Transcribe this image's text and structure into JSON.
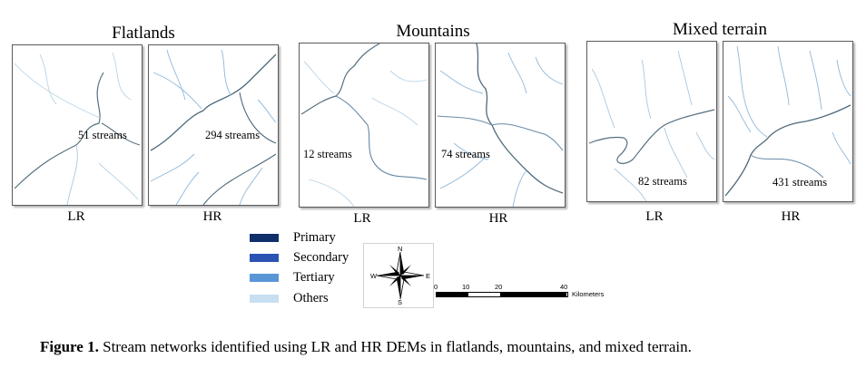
{
  "figure": {
    "groups": [
      {
        "title": "Flatlands",
        "panels": [
          {
            "label": "LR",
            "count": "51 streams"
          },
          {
            "label": "HR",
            "count": "294 streams"
          }
        ]
      },
      {
        "title": "Mountains",
        "panels": [
          {
            "label": "LR",
            "count": "12 streams"
          },
          {
            "label": "HR",
            "count": "74 streams"
          }
        ]
      },
      {
        "title": "Mixed terrain",
        "panels": [
          {
            "label": "LR",
            "count": "82 streams"
          },
          {
            "label": "HR",
            "count": "431 streams"
          }
        ]
      }
    ],
    "legend": [
      {
        "label": "Primary",
        "color": "#0f2f6b"
      },
      {
        "label": "Secondary",
        "color": "#2b53b3"
      },
      {
        "label": "Tertiary",
        "color": "#5a96d6"
      },
      {
        "label": "Others",
        "color": "#c7dff0"
      }
    ],
    "compass": {
      "north": "N",
      "south": "S",
      "east": "E",
      "west": "W"
    },
    "scale_bar": {
      "ticks": [
        "0",
        "10",
        "20",
        "40"
      ],
      "unit": "Kilometers"
    },
    "caption": {
      "label": "Figure 1.",
      "text": " Stream networks identified using LR and HR DEMs in flatlands, mountains, and mixed terrain."
    }
  }
}
